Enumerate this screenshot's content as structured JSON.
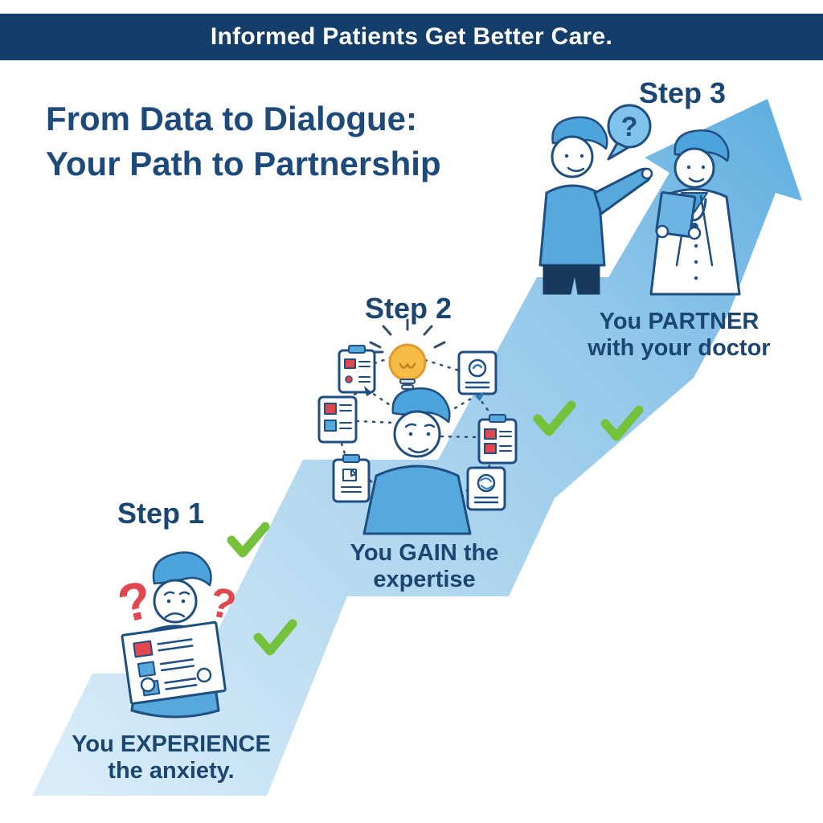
{
  "banner": {
    "text": "Informed Patients Get Better Care."
  },
  "title": {
    "line1": "From Data to Dialogue:",
    "line2": "Your Path to Partnership"
  },
  "steps": [
    {
      "label": "Step 1",
      "caption_line1": "You EXPERIENCE",
      "caption_line2": "the anxiety."
    },
    {
      "label": "Step 2",
      "caption_line1": "You GAIN the",
      "caption_line2": "expertise"
    },
    {
      "label": "Step 3",
      "caption_line1": "You PARTNER",
      "caption_line2": "with your doctor"
    }
  ],
  "symbols": {
    "speech_bubble_question": "?",
    "question_left": "?",
    "question_right": "?"
  },
  "icons": [
    "arrow-ribbon-icon",
    "checkmark-icon",
    "question-mark-icon",
    "speech-bubble-icon",
    "lightbulb-icon",
    "clipboard-icon",
    "document-icon",
    "sync-document-icon",
    "checklist-clipboard-icon",
    "globe-document-icon",
    "stethoscope-icon",
    "tablet-icon",
    "lab-report-icon"
  ],
  "colors": {
    "banner_bg": "#133e69",
    "heading_text": "#1d4a7a",
    "step_text": "#1b4672",
    "ribbon_light": "#d9ecf8",
    "ribbon_dark": "#5fafe0",
    "figure_blue": "#57a9dd",
    "outline_navy": "#1f4e80",
    "alert_red": "#e0474e",
    "success_green": "#74c23c",
    "bulb_yellow": "#f6bc45"
  }
}
